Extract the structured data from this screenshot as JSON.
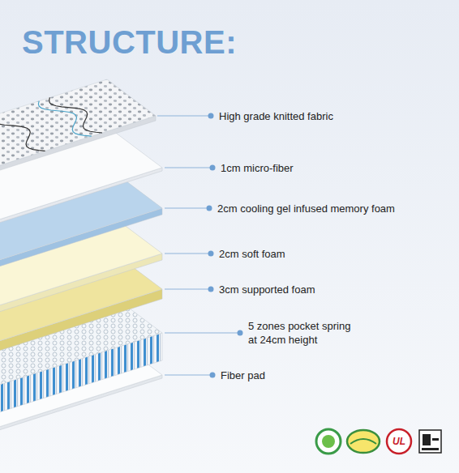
{
  "diagram": {
    "title": "STRUCTURE:",
    "labels": [
      "High grade knitted fabric",
      "1cm micro-fiber",
      "2cm cooling gel infused memory foam",
      "2cm soft foam",
      "3cm supported foam",
      "5 zones pocket spring at 24cm height",
      "Fiber pad",
      "UL"
    ]
  }
}
